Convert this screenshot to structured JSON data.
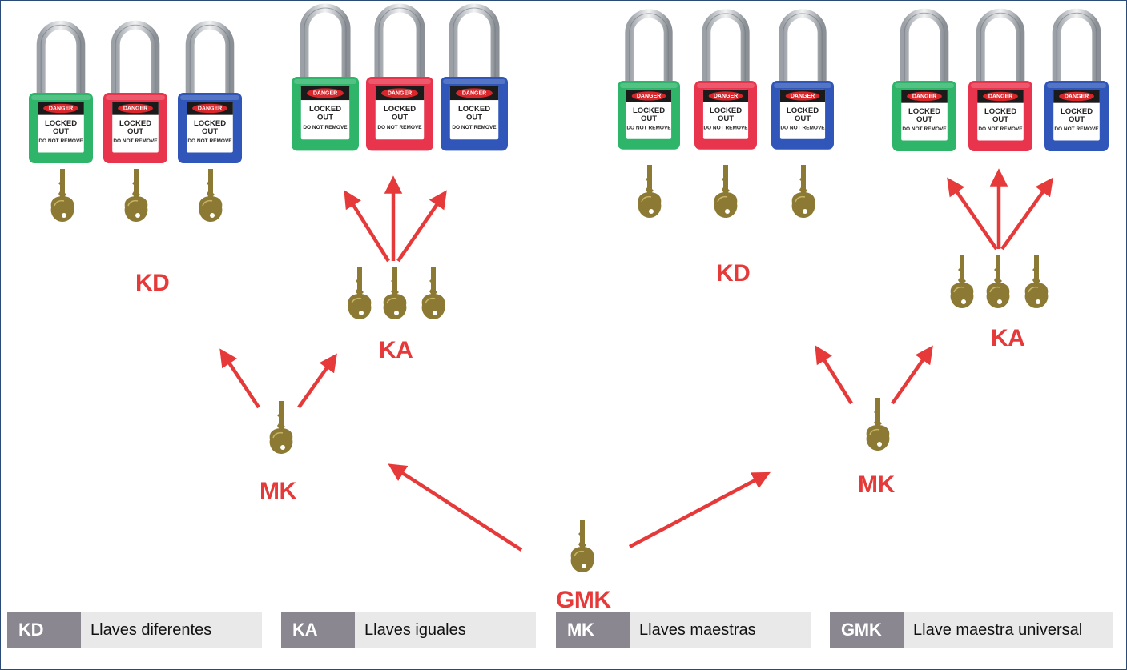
{
  "padlock_tag": {
    "header": "DANGER",
    "line1": "LOCKED",
    "line2": "OUT",
    "line3": "DO NOT REMOVE"
  },
  "padlock_colors": {
    "green": "#2eb56a",
    "red": "#e8344c",
    "blue": "#2f56b8"
  },
  "arrow_color": "#e63a3a",
  "key_color": "#8c7a34",
  "diagram_labels": {
    "kd_left": "KD",
    "ka_left": "KA",
    "mk_left": "MK",
    "kd_right": "KD",
    "ka_right": "KA",
    "mk_right": "MK",
    "gmk": "GMK"
  },
  "legend": [
    {
      "code": "KD",
      "description": "Llaves diferentes"
    },
    {
      "code": "KA",
      "description": "Llaves iguales"
    },
    {
      "code": "MK",
      "description": "Llaves maestras"
    },
    {
      "code": "GMK",
      "description": "Llave maestra universal"
    }
  ]
}
